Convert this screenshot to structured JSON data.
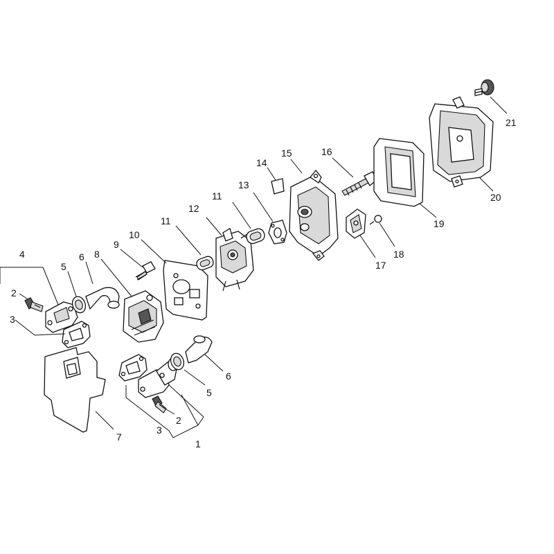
{
  "callouts": [
    {
      "id": "c1",
      "label": "1"
    },
    {
      "id": "c2a",
      "label": "2"
    },
    {
      "id": "c2b",
      "label": "2"
    },
    {
      "id": "c3a",
      "label": "3"
    },
    {
      "id": "c3b",
      "label": "3"
    },
    {
      "id": "c4",
      "label": "4"
    },
    {
      "id": "c5a",
      "label": "5"
    },
    {
      "id": "c5b",
      "label": "5"
    },
    {
      "id": "c6a",
      "label": "6"
    },
    {
      "id": "c6b",
      "label": "6"
    },
    {
      "id": "c7",
      "label": "7"
    },
    {
      "id": "c8",
      "label": "8"
    },
    {
      "id": "c9",
      "label": "9"
    },
    {
      "id": "c10",
      "label": "10"
    },
    {
      "id": "c11a",
      "label": "11"
    },
    {
      "id": "c11b",
      "label": "11"
    },
    {
      "id": "c12",
      "label": "12"
    },
    {
      "id": "c13",
      "label": "13"
    },
    {
      "id": "c14",
      "label": "14"
    },
    {
      "id": "c15",
      "label": "15"
    },
    {
      "id": "c16",
      "label": "16"
    },
    {
      "id": "c17",
      "label": "17"
    },
    {
      "id": "c18",
      "label": "18"
    },
    {
      "id": "c19",
      "label": "19"
    },
    {
      "id": "c20",
      "label": "20"
    },
    {
      "id": "c21",
      "label": "21"
    }
  ]
}
